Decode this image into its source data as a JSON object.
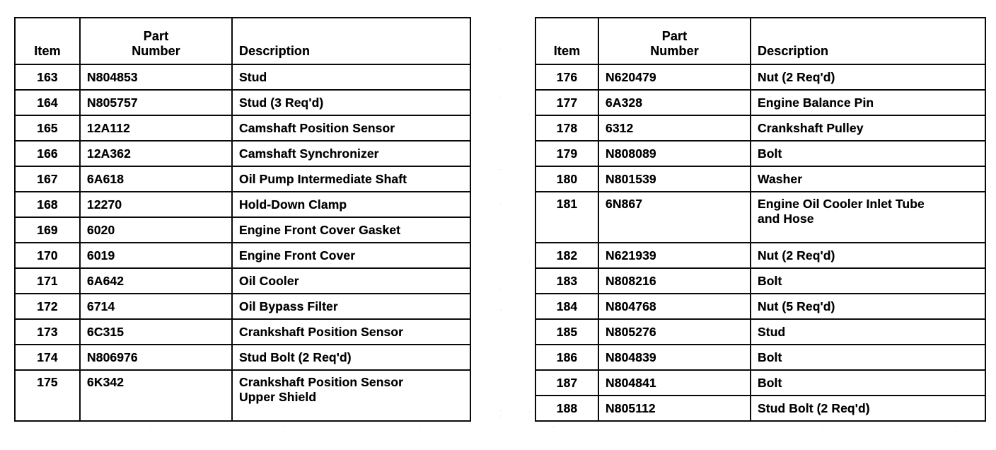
{
  "document": {
    "type": "parts-catalog-table",
    "title": "Engine Parts List",
    "ink_color": "#0a0a0a",
    "paper_color": "#ffffff"
  },
  "columns": {
    "item": "Item",
    "part_number_line1": "Part",
    "part_number_line2": "Number",
    "description": "Description"
  },
  "tables": [
    {
      "id": "left-table",
      "rows": [
        {
          "item": "163",
          "part": "N804853",
          "desc": [
            "Stud"
          ]
        },
        {
          "item": "164",
          "part": "N805757",
          "desc": [
            "Stud (3 Req'd)"
          ]
        },
        {
          "item": "165",
          "part": "12A112",
          "desc": [
            "Camshaft Position Sensor"
          ]
        },
        {
          "item": "166",
          "part": "12A362",
          "desc": [
            "Camshaft Synchronizer"
          ]
        },
        {
          "item": "167",
          "part": "6A618",
          "desc": [
            "Oil Pump Intermediate Shaft"
          ]
        },
        {
          "item": "168",
          "part": "12270",
          "desc": [
            "Hold-Down Clamp"
          ]
        },
        {
          "item": "169",
          "part": "6020",
          "desc": [
            "Engine Front Cover Gasket"
          ]
        },
        {
          "item": "170",
          "part": "6019",
          "desc": [
            "Engine Front Cover"
          ]
        },
        {
          "item": "171",
          "part": "6A642",
          "desc": [
            "Oil Cooler"
          ]
        },
        {
          "item": "172",
          "part": "6714",
          "desc": [
            "Oil Bypass Filter"
          ]
        },
        {
          "item": "173",
          "part": "6C315",
          "desc": [
            "Crankshaft Position Sensor"
          ]
        },
        {
          "item": "174",
          "part": "N806976",
          "desc": [
            "Stud Bolt (2 Req'd)"
          ]
        },
        {
          "item": "175",
          "part": "6K342",
          "desc": [
            "Crankshaft Position Sensor",
            "Upper Shield"
          ]
        }
      ]
    },
    {
      "id": "right-table",
      "rows": [
        {
          "item": "176",
          "part": "N620479",
          "desc": [
            "Nut (2 Req'd)"
          ]
        },
        {
          "item": "177",
          "part": "6A328",
          "desc": [
            "Engine Balance Pin"
          ]
        },
        {
          "item": "178",
          "part": "6312",
          "desc": [
            "Crankshaft Pulley"
          ]
        },
        {
          "item": "179",
          "part": "N808089",
          "desc": [
            "Bolt"
          ]
        },
        {
          "item": "180",
          "part": "N801539",
          "desc": [
            "Washer"
          ]
        },
        {
          "item": "181",
          "part": "6N867",
          "desc": [
            "Engine Oil Cooler Inlet Tube",
            "and Hose"
          ]
        },
        {
          "item": "182",
          "part": "N621939",
          "desc": [
            "Nut (2 Req'd)"
          ]
        },
        {
          "item": "183",
          "part": "N808216",
          "desc": [
            "Bolt"
          ]
        },
        {
          "item": "184",
          "part": "N804768",
          "desc": [
            "Nut (5 Req'd)"
          ]
        },
        {
          "item": "185",
          "part": "N805276",
          "desc": [
            "Stud"
          ]
        },
        {
          "item": "186",
          "part": "N804839",
          "desc": [
            "Bolt"
          ]
        },
        {
          "item": "187",
          "part": "N804841",
          "desc": [
            "Bolt"
          ]
        },
        {
          "item": "188",
          "part": "N805112",
          "desc": [
            "Stud Bolt (2 Req'd)"
          ]
        }
      ]
    }
  ]
}
